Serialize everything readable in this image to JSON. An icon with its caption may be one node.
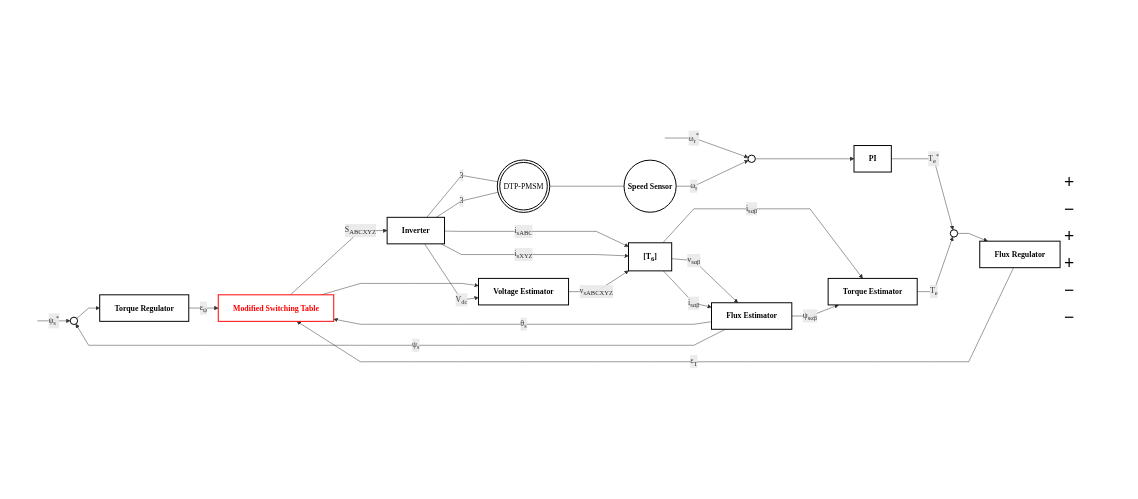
{
  "diagram": {
    "nodes": [
      {
        "text": [],
        "shape": "circle"
      },
      {
        "text": [
          "Torque Regulator"
        ]
      },
      {
        "text": [],
        "shape": "circle"
      },
      {
        "text": [
          "PI"
        ]
      },
      {
        "text": [],
        "shape": "circle"
      },
      {
        "text": [
          "Flux Regulator"
        ]
      },
      {
        "text": [
          "Modified Switching Table"
        ]
      },
      {
        "text": [
          "Inverter"
        ]
      },
      {
        "text": [
          "DTP-PMSM"
        ]
      },
      {
        "text": [
          "Speed Sensor"
        ]
      },
      {
        "text": [
          "Torque Estimator"
        ]
      },
      {
        "text": [
          "Flux Estimator"
        ]
      },
      {
        "text": [
          "Voltage Estimator"
        ]
      },
      {
        "text": [
          "[T$_{6}$]"
        ]
      }
    ],
    "edges": [
      {
        "from": null,
        "to": 0,
        "arrow": "to",
        "label": "ψ$_{s}$$^{*}$"
      },
      {
        "from": 0,
        "to": 1,
        "arrow": "to"
      },
      {
        "from": 1,
        "to": 6,
        "arrow": "to",
        "label": "ε$_{ψ}$"
      },
      {
        "from": null,
        "to": 2,
        "arrow": "to",
        "label": "ω$_{r}$$^{*}$"
      },
      {
        "from": 2,
        "to": 3,
        "arrow": "to"
      },
      {
        "from": 3,
        "to": 4,
        "arrow": "to",
        "label": "T$_{e}$$^{*}$"
      },
      {
        "from": 4,
        "to": 5,
        "arrow": "to"
      },
      {
        "from": 5,
        "to": 6,
        "arrow": "to",
        "label": "ε$_{T}$"
      },
      {
        "from": 6,
        "to": 7,
        "arrow": "to",
        "label": "S$_{ABCXYZ}$"
      },
      {
        "from": 6,
        "to": 12,
        "arrow": "to"
      },
      {
        "from": 7,
        "to": 8,
        "arrow": "none",
        "label": "3"
      },
      {
        "from": 7,
        "to": 8,
        "arrow": "none",
        "label": "3"
      },
      {
        "from": 7,
        "to": 13,
        "arrow": "to",
        "label": "i$_{sABC}$"
      },
      {
        "from": 7,
        "to": 13,
        "arrow": "to",
        "label": "i$_{sXYZ}$"
      },
      {
        "from": 7,
        "to": 12,
        "arrow": "to",
        "label": "V$_{dc}$"
      },
      {
        "from": 12,
        "to": 13,
        "arrow": "to",
        "label": "v$_{sABCXYZ}$"
      },
      {
        "from": 13,
        "to": 11,
        "arrow": "to",
        "label": "v$_{sαβ}$"
      },
      {
        "from": 13,
        "to": 11,
        "arrow": "to",
        "label": "i$_{sαβ}$"
      },
      {
        "from": 13,
        "to": 10,
        "arrow": "to",
        "label": "i$_{sαβ}$"
      },
      {
        "from": 11,
        "to": 10,
        "arrow": "to",
        "label": "ψ$_{sαβ}$"
      },
      {
        "from": 11,
        "to": 6,
        "arrow": "to",
        "label": "θ$_{s}$"
      },
      {
        "from": 11,
        "to": 0,
        "arrow": "to",
        "label": "ψ$_{s}$"
      },
      {
        "from": 10,
        "to": 4,
        "arrow": "to",
        "label": "T$_{e}$"
      },
      {
        "from": 8,
        "to": 9,
        "arrow": "none"
      },
      {
        "from": 9,
        "to": 2,
        "arrow": "to",
        "label": "ω$_{r}$"
      }
    ],
    "labels": [
      "+",
      "−",
      "+",
      "+",
      "−",
      "−"
    ]
  }
}
